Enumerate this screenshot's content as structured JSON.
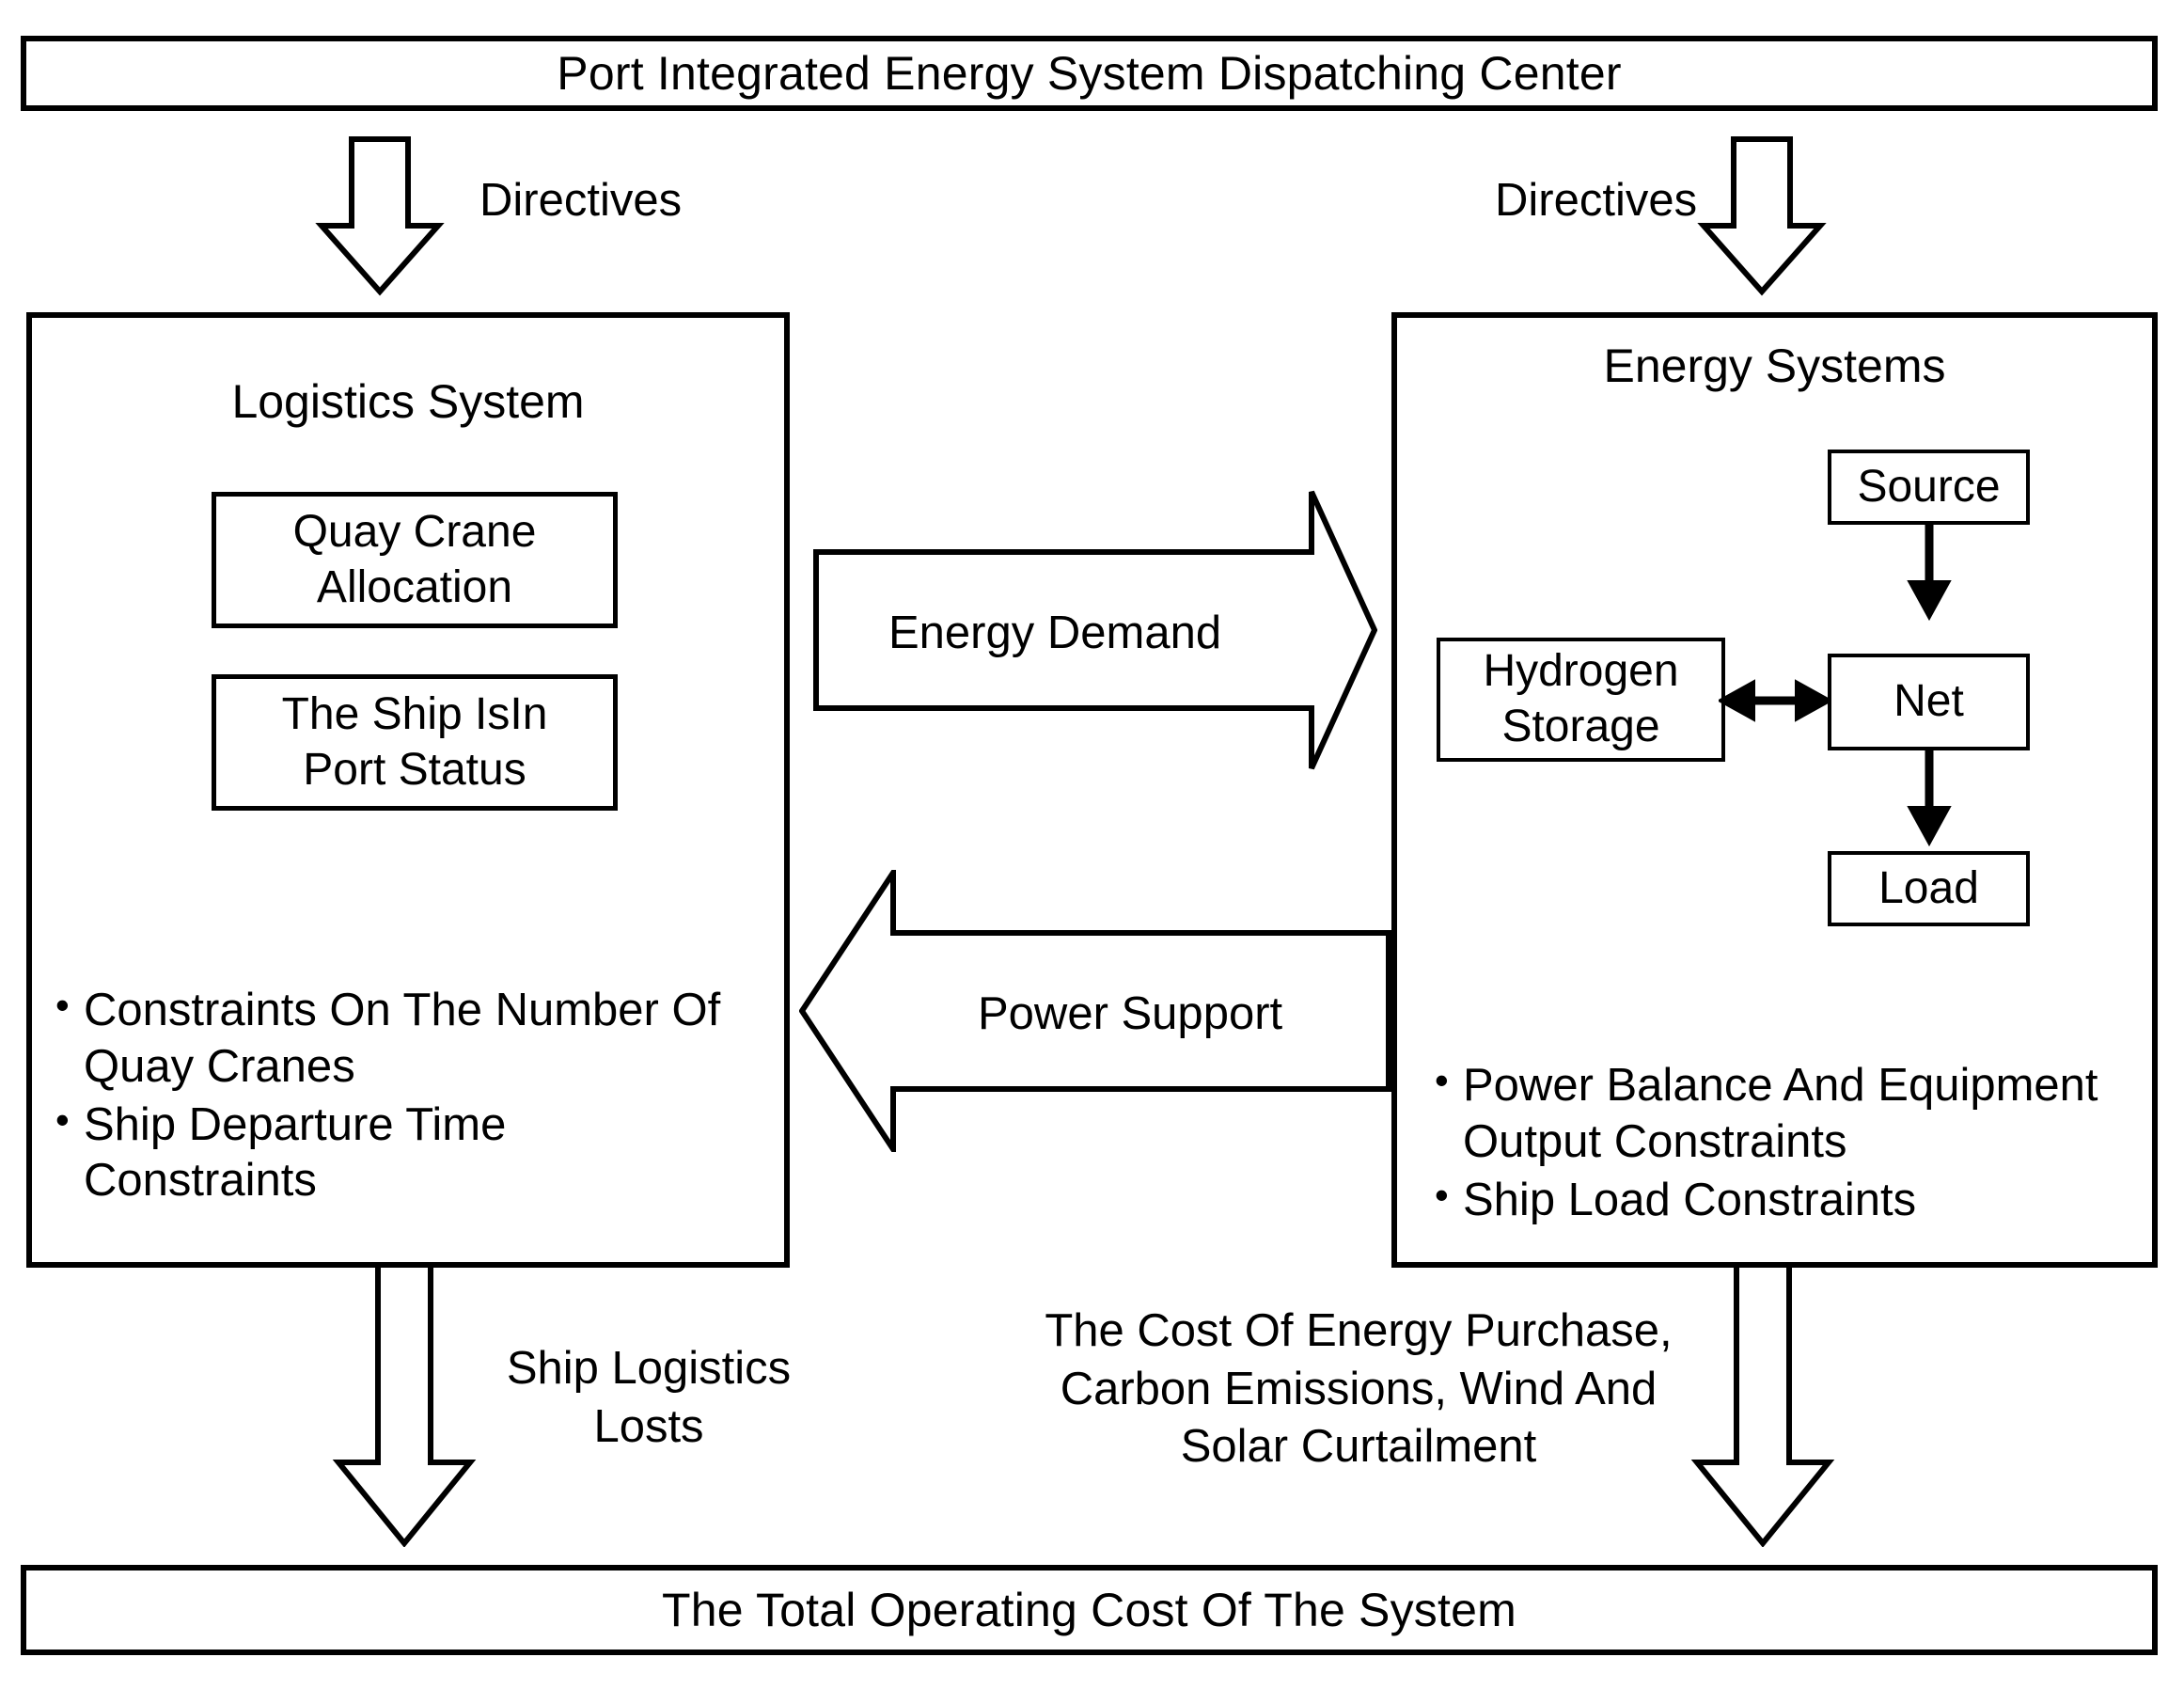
{
  "header": {
    "title": "Port Integrated Energy System Dispatching Center"
  },
  "footer": {
    "title": "The Total Operating Cost Of The System"
  },
  "directives": {
    "left_label": "Directives",
    "right_label": "Directives"
  },
  "logistics_panel": {
    "title": "Logistics System",
    "boxes": [
      {
        "line1": "Quay Crane",
        "line2": "Allocation"
      },
      {
        "line1": "The Ship IsIn",
        "line2": "Port Status"
      }
    ],
    "constraints": [
      "Constraints On The Number Of Quay Cranes",
      "Ship Departure Time Constraints"
    ]
  },
  "energy_panel": {
    "title": "Energy Systems",
    "nodes": {
      "source": "Source",
      "net": "Net",
      "load": "Load",
      "hydrogen_storage_line1": "Hydrogen",
      "hydrogen_storage_line2": "Storage"
    },
    "constraints": [
      "Power Balance And Equipment Output Constraints",
      "Ship Load Constraints"
    ]
  },
  "flows": {
    "energy_demand": "Energy Demand",
    "power_support": "Power Support",
    "ship_logistics_losts": "Ship Logistics\nLosts",
    "energy_cost": "The Cost Of Energy Purchase,\nCarbon Emissions, Wind And\nSolar Curtailment"
  },
  "colors": {
    "stroke": "#000000",
    "fill": "#ffffff"
  }
}
